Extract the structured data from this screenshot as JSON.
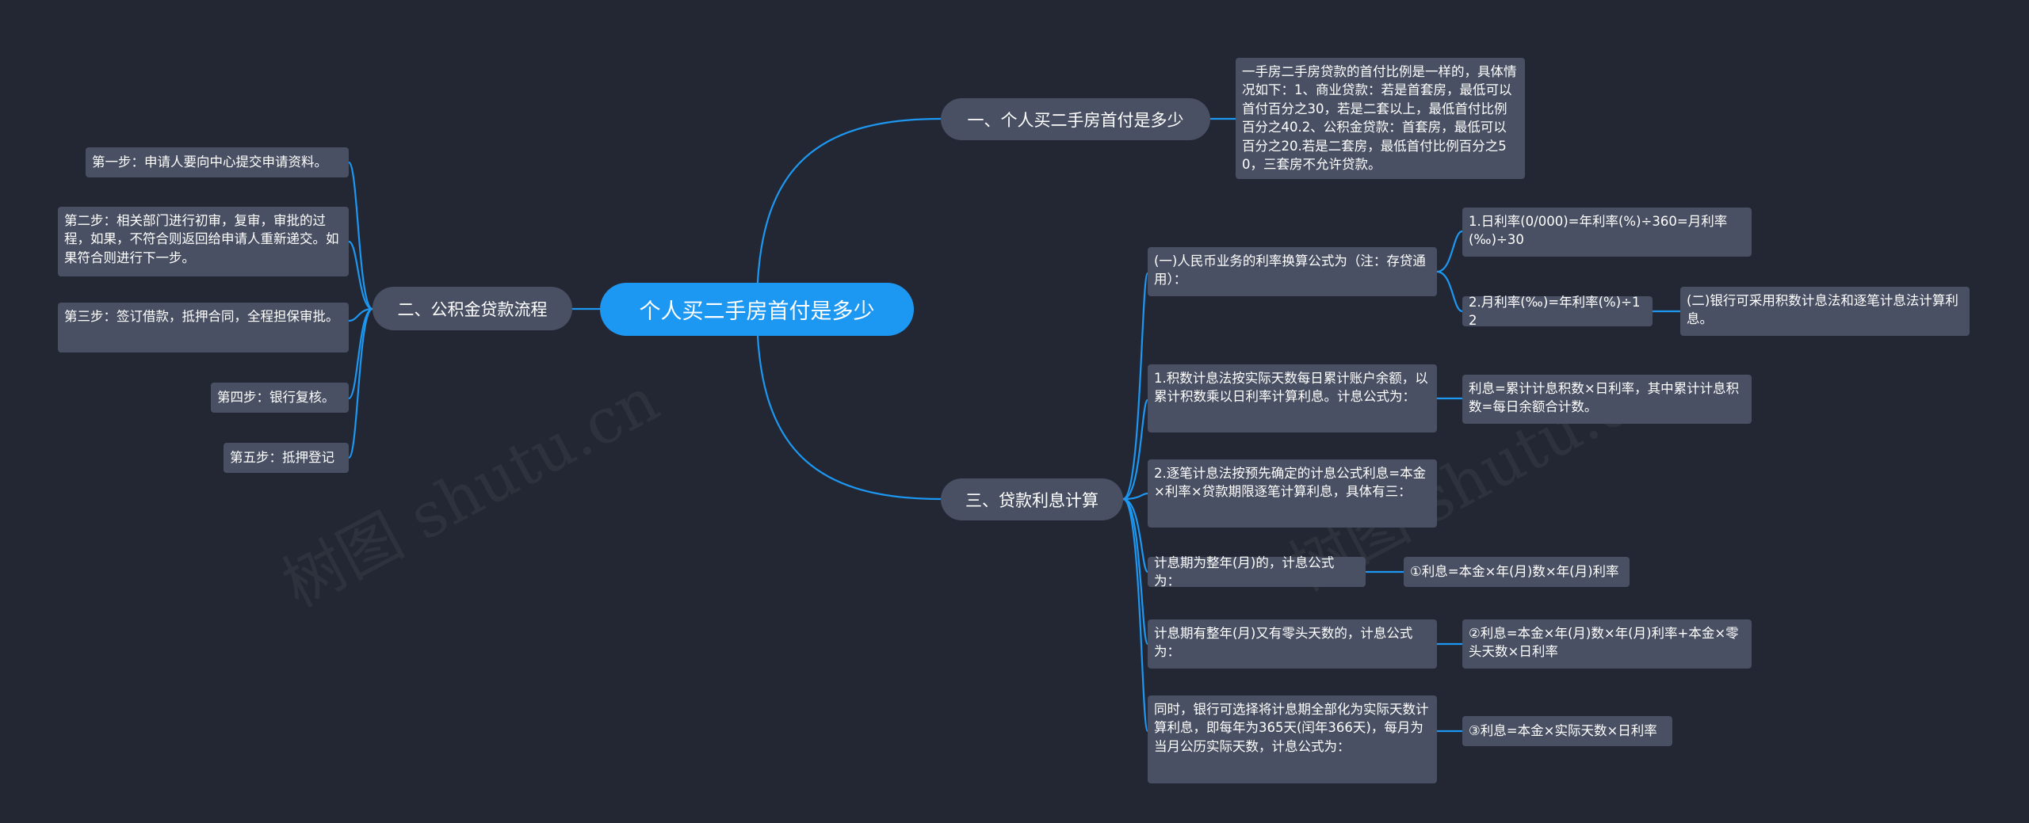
{
  "root": {
    "label": "个人买二手房首付是多少"
  },
  "branches": {
    "b1": {
      "label": "一、个人买二手房首付是多少",
      "detail": "一手房二手房贷款的首付比例是一样的，具体情况如下：1、商业贷款：若是首套房，最低可以首付百分之30，若是二套以上，最低首付比例百分之40.2、公积金贷款：首套房，最低可以百分之20.若是二套房，最低首付比例百分之50，三套房不允许贷款。"
    },
    "b2": {
      "label": "二、公积金贷款流程",
      "steps": [
        "第一步：申请人要向中心提交申请资料。",
        "第二步：相关部门进行初审，复审，审批的过程，如果，不符合则返回给申请人重新递交。如果符合则进行下一步。",
        "第三步：签订借款，抵押合同，全程担保审批。",
        "第四步：银行复核。",
        "第五步：抵押登记"
      ]
    },
    "b3": {
      "label": "三、贷款利息计算",
      "items": {
        "i1": {
          "text": "(一)人民币业务的利率换算公式为（注：存贷通用）：",
          "sub1": "1.日利率(0/000)=年利率(%)÷360=月利率(‰)÷30",
          "sub2": "2.月利率(‰)=年利率(%)÷12",
          "sub2_child": "(二)银行可采用积数计息法和逐笔计息法计算利息。"
        },
        "i2": {
          "text": "1.积数计息法按实际天数每日累计账户余额，以累计积数乘以日利率计算利息。计息公式为：",
          "child": "利息=累计计息积数×日利率，其中累计计息积数=每日余额合计数。"
        },
        "i3": {
          "text": "2.逐笔计息法按预先确定的计息公式利息=本金×利率×贷款期限逐笔计算利息，具体有三："
        },
        "i4": {
          "text": "计息期为整年(月)的，计息公式为：",
          "child": "①利息=本金×年(月)数×年(月)利率"
        },
        "i5": {
          "text": "计息期有整年(月)又有零头天数的，计息公式为：",
          "child": "②利息=本金×年(月)数×年(月)利率+本金×零头天数×日利率"
        },
        "i6": {
          "text": "同时，银行可选择将计息期全部化为实际天数计算利息，即每年为365天(闰年366天)，每月为当月公历实际天数，计息公式为：",
          "child": "③利息=本金×实际天数×日利率"
        }
      }
    }
  },
  "watermarks": [
    "树图 shutu.cn",
    "树图 shutu.cn"
  ],
  "colors": {
    "background": "#232733",
    "root": "#1d98f2",
    "node": "#4a5063",
    "link": "#1d98f2"
  }
}
